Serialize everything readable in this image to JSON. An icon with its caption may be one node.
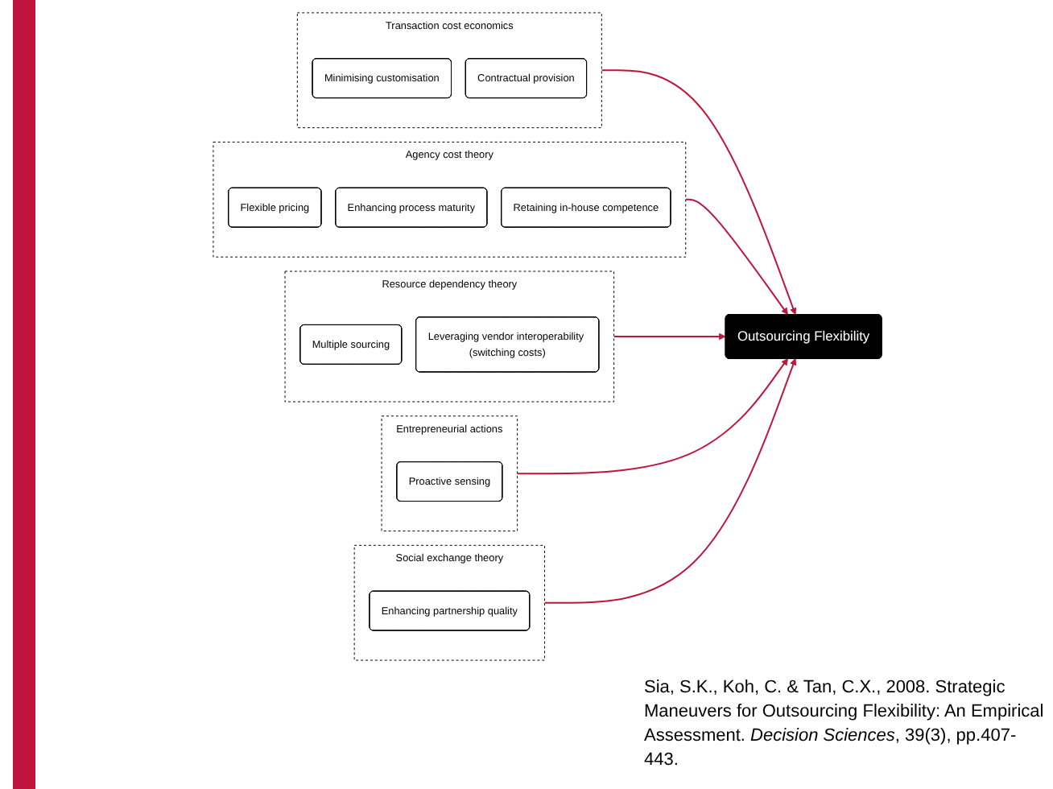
{
  "diagram": {
    "nodes": [
      {
        "text": [
          "Transaction cost economics"
        ]
      },
      {
        "text": [
          "Minimising customisation"
        ],
        "in": 0
      },
      {
        "text": [
          "Contractual provision"
        ],
        "in": 0
      },
      {
        "text": [
          "Agency cost theory"
        ]
      },
      {
        "text": [
          "Flexible pricing"
        ],
        "in": 3
      },
      {
        "text": [
          "Enhancing process maturity"
        ],
        "in": 3
      },
      {
        "text": [
          "Retaining in-house competence"
        ],
        "in": 3
      },
      {
        "text": [
          "Outsourcing Flexibility"
        ]
      },
      {
        "text": [
          "Resource dependency theory"
        ]
      },
      {
        "text": [
          "Multiple sourcing"
        ],
        "in": 8
      },
      {
        "text": [
          "Leveraging vendor interoperability (switching costs)"
        ],
        "in": 8
      },
      {
        "text": [
          "Entrepreneurial actions"
        ]
      },
      {
        "text": [
          "Proactive sensing"
        ],
        "in": 11
      },
      {
        "text": [
          "Social  exchange theory"
        ]
      },
      {
        "text": [
          "Enhancing partnership quality"
        ],
        "in": 13
      }
    ],
    "edges": [
      {
        "from": 0,
        "to": 7,
        "arrow": "to"
      },
      {
        "from": 3,
        "to": 7,
        "arrow": "to"
      },
      {
        "from": 8,
        "to": 7,
        "arrow": "to"
      },
      {
        "from": 11,
        "to": 7,
        "arrow": "to"
      },
      {
        "from": 13,
        "to": 7,
        "arrow": "to"
      }
    ],
    "labels": [
      "Sia, S.K., Koh, C. & Tan, C.X., 2008. Strategic Maneuvers for Outsourcing Flexibility: An Empirical Assessment. *Decision Sciences*, 39(3), pp.407-443."
    ]
  }
}
